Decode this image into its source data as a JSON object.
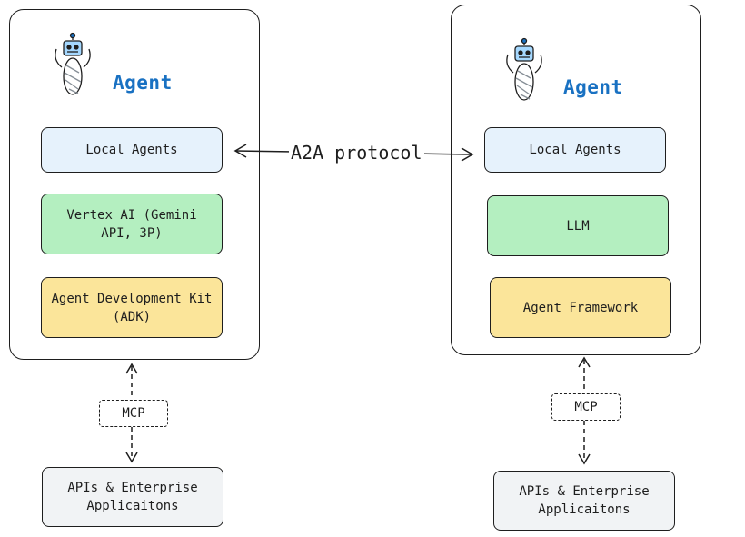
{
  "colors": {
    "local_agents": "#e6f2fc",
    "model": "#b4efc0",
    "framework": "#fbe59a",
    "apis": "#f1f3f5",
    "agent_title": "#1971c2"
  },
  "protocol_label": "A2A protocol",
  "left_agent": {
    "title": "Agent",
    "icon": "robot-icon",
    "local_agents": "Local Agents",
    "model": "Vertex AI (Gemini API, 3P)",
    "framework": "Agent Development Kit (ADK)",
    "mcp": "MCP",
    "apis": "APIs & Enterprise Applicaitons"
  },
  "right_agent": {
    "title": "Agent",
    "icon": "robot-icon",
    "local_agents": "Local Agents",
    "model": "LLM",
    "framework": "Agent Framework",
    "mcp": "MCP",
    "apis": "APIs & Enterprise Applicaitons"
  }
}
